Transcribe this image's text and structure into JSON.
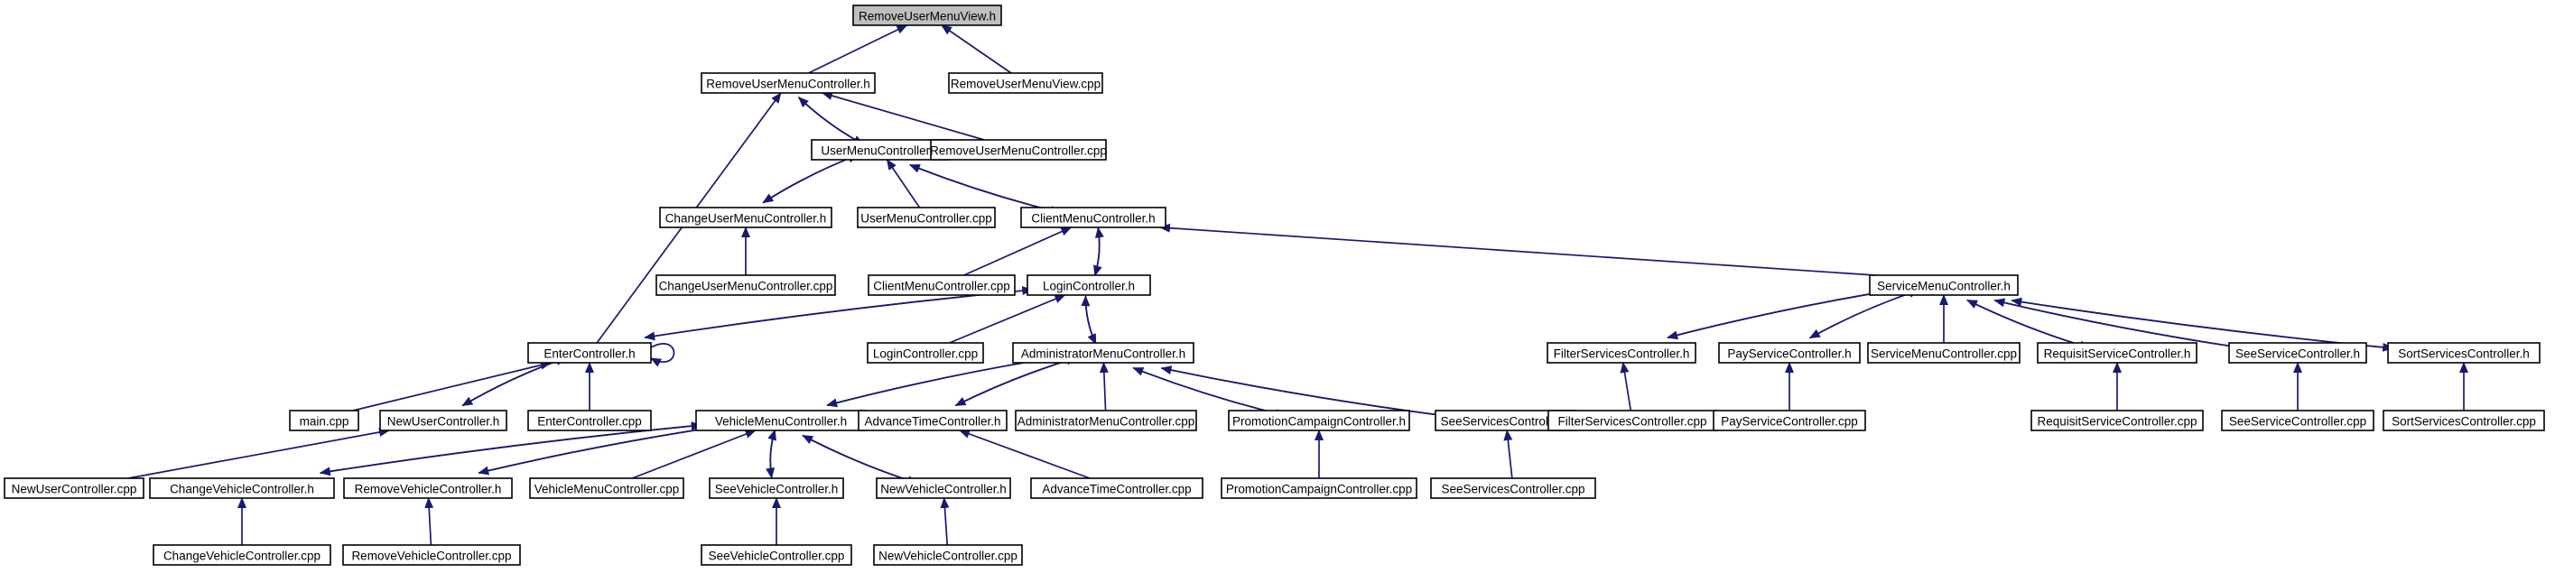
{
  "graph": {
    "title": "RemoveUserMenuView.h",
    "colors": {
      "edge": "#191970",
      "node_border": "#000000",
      "root_fill": "#bfbfbf",
      "node_fill": "#ffffff"
    },
    "nodes": [
      {
        "id": "n0",
        "label": "RemoveUserMenuView.h",
        "root": true
      },
      {
        "id": "n1",
        "label": "RemoveUserMenuController.h"
      },
      {
        "id": "n2",
        "label": "RemoveUserMenuView.cpp"
      },
      {
        "id": "n3",
        "label": "UserMenuController.h"
      },
      {
        "id": "n4",
        "label": "RemoveUserMenuController.cpp"
      },
      {
        "id": "n5",
        "label": "ChangeUserMenuController.h"
      },
      {
        "id": "n6",
        "label": "UserMenuController.cpp"
      },
      {
        "id": "n7",
        "label": "ClientMenuController.h"
      },
      {
        "id": "n8",
        "label": "ChangeUserMenuController.cpp"
      },
      {
        "id": "n9",
        "label": "ClientMenuController.cpp"
      },
      {
        "id": "n10",
        "label": "LoginController.h"
      },
      {
        "id": "n11",
        "label": "ServiceMenuController.h"
      },
      {
        "id": "n12",
        "label": "EnterController.h"
      },
      {
        "id": "n13",
        "label": "LoginController.cpp"
      },
      {
        "id": "n14",
        "label": "AdministratorMenuController.h"
      },
      {
        "id": "n15",
        "label": "FilterServicesController.h"
      },
      {
        "id": "n16",
        "label": "PayServiceController.h"
      },
      {
        "id": "n17",
        "label": "ServiceMenuController.cpp"
      },
      {
        "id": "n18",
        "label": "RequisitServiceController.h"
      },
      {
        "id": "n19",
        "label": "SeeServiceController.h"
      },
      {
        "id": "n20",
        "label": "SortServicesController.h"
      },
      {
        "id": "n21",
        "label": "main.cpp"
      },
      {
        "id": "n22",
        "label": "NewUserController.h"
      },
      {
        "id": "n23",
        "label": "EnterController.cpp"
      },
      {
        "id": "n24",
        "label": "VehicleMenuController.h"
      },
      {
        "id": "n25",
        "label": "AdvanceTimeController.h"
      },
      {
        "id": "n26",
        "label": "AdministratorMenuController.cpp"
      },
      {
        "id": "n27",
        "label": "PromotionCampaignController.h"
      },
      {
        "id": "n28",
        "label": "SeeServicesController.h"
      },
      {
        "id": "n29",
        "label": "FilterServicesController.cpp"
      },
      {
        "id": "n30",
        "label": "PayServiceController.cpp"
      },
      {
        "id": "n31",
        "label": "RequisitServiceController.cpp"
      },
      {
        "id": "n32",
        "label": "SeeServiceController.cpp"
      },
      {
        "id": "n33",
        "label": "SortServicesController.cpp"
      },
      {
        "id": "n34",
        "label": "NewUserController.cpp"
      },
      {
        "id": "n35",
        "label": "ChangeVehicleController.h"
      },
      {
        "id": "n36",
        "label": "RemoveVehicleController.h"
      },
      {
        "id": "n37",
        "label": "VehicleMenuController.cpp"
      },
      {
        "id": "n38",
        "label": "SeeVehicleController.h"
      },
      {
        "id": "n39",
        "label": "NewVehicleController.h"
      },
      {
        "id": "n40",
        "label": "AdvanceTimeController.cpp"
      },
      {
        "id": "n41",
        "label": "PromotionCampaignController.cpp"
      },
      {
        "id": "n42",
        "label": "SeeServicesController.cpp"
      },
      {
        "id": "n43",
        "label": "ChangeVehicleController.cpp"
      },
      {
        "id": "n44",
        "label": "RemoveVehicleController.cpp"
      },
      {
        "id": "n45",
        "label": "SeeVehicleController.cpp"
      },
      {
        "id": "n46",
        "label": "NewVehicleController.cpp"
      }
    ],
    "edges": [
      [
        "n1",
        "n0"
      ],
      [
        "n2",
        "n0"
      ],
      [
        "n3",
        "n1"
      ],
      [
        "n4",
        "n1"
      ],
      [
        "n12",
        "n1"
      ],
      [
        "n1",
        "n3"
      ],
      [
        "n5",
        "n3"
      ],
      [
        "n6",
        "n3"
      ],
      [
        "n7",
        "n3"
      ],
      [
        "n3",
        "n5"
      ],
      [
        "n8",
        "n5"
      ],
      [
        "n3",
        "n7"
      ],
      [
        "n9",
        "n7"
      ],
      [
        "n10",
        "n7"
      ],
      [
        "n11",
        "n7"
      ],
      [
        "n7",
        "n10"
      ],
      [
        "n12",
        "n10"
      ],
      [
        "n13",
        "n10"
      ],
      [
        "n14",
        "n10"
      ],
      [
        "n10",
        "n14"
      ],
      [
        "n24",
        "n14"
      ],
      [
        "n25",
        "n14"
      ],
      [
        "n26",
        "n14"
      ],
      [
        "n27",
        "n14"
      ],
      [
        "n28",
        "n14"
      ],
      [
        "n10",
        "n12"
      ],
      [
        "n12",
        "n12"
      ],
      [
        "n21",
        "n12"
      ],
      [
        "n22",
        "n12"
      ],
      [
        "n23",
        "n12"
      ],
      [
        "n12",
        "n22"
      ],
      [
        "n34",
        "n22"
      ],
      [
        "n14",
        "n24"
      ],
      [
        "n35",
        "n24"
      ],
      [
        "n36",
        "n24"
      ],
      [
        "n37",
        "n24"
      ],
      [
        "n38",
        "n24"
      ],
      [
        "n39",
        "n24"
      ],
      [
        "n24",
        "n35"
      ],
      [
        "n43",
        "n35"
      ],
      [
        "n24",
        "n36"
      ],
      [
        "n44",
        "n36"
      ],
      [
        "n24",
        "n38"
      ],
      [
        "n45",
        "n38"
      ],
      [
        "n24",
        "n39"
      ],
      [
        "n46",
        "n39"
      ],
      [
        "n14",
        "n25"
      ],
      [
        "n40",
        "n25"
      ],
      [
        "n14",
        "n27"
      ],
      [
        "n41",
        "n27"
      ],
      [
        "n14",
        "n28"
      ],
      [
        "n42",
        "n28"
      ],
      [
        "n15",
        "n11"
      ],
      [
        "n16",
        "n11"
      ],
      [
        "n17",
        "n11"
      ],
      [
        "n18",
        "n11"
      ],
      [
        "n19",
        "n11"
      ],
      [
        "n20",
        "n11"
      ],
      [
        "n11",
        "n15"
      ],
      [
        "n29",
        "n15"
      ],
      [
        "n11",
        "n16"
      ],
      [
        "n30",
        "n16"
      ],
      [
        "n11",
        "n18"
      ],
      [
        "n31",
        "n18"
      ],
      [
        "n11",
        "n19"
      ],
      [
        "n32",
        "n19"
      ],
      [
        "n11",
        "n20"
      ],
      [
        "n33",
        "n20"
      ]
    ]
  }
}
